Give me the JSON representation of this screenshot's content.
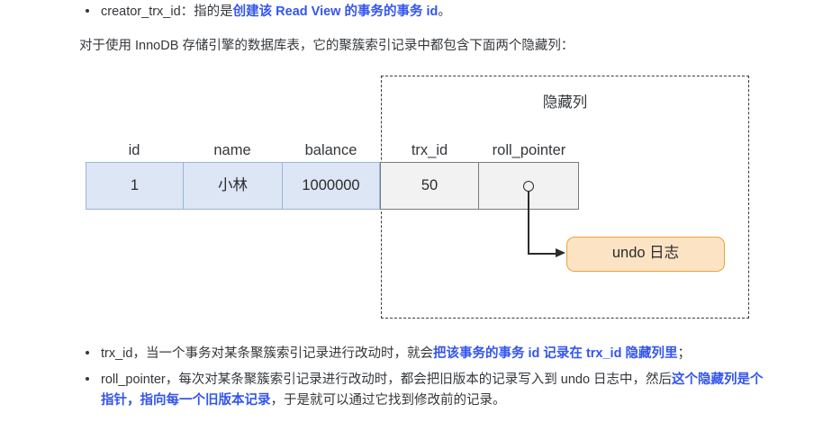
{
  "top_bullet": {
    "term": "creator_trx_id",
    "sep": "：",
    "plain_before": "指的是",
    "highlight": "创建该 Read View 的事务的事务 id",
    "plain_after": "。"
  },
  "intro_paragraph": "对于使用 InnoDB 存储引擎的数据库表，它的聚簇索引记录中都包含下面两个隐藏列：",
  "diagram": {
    "hidden_region_label": "隐藏列",
    "table": {
      "headers": [
        "id",
        "name",
        "balance",
        "trx_id",
        "roll_pointer"
      ],
      "row": [
        "1",
        "小林",
        "1000000",
        "50",
        ""
      ],
      "visible_column_count": 3,
      "colors": {
        "visible_fill": "#dce6f5",
        "visible_border": "#9ab4da",
        "hidden_fill": "#f2f2f2",
        "hidden_border": "#7b7b7b"
      }
    },
    "undo_box": {
      "label": "undo 日志",
      "fill": "#fce3c4",
      "border": "#e8a33d"
    }
  },
  "bottom_bullets": [
    {
      "p1": "trx_id，当一个事务对某条聚簇索引记录进行改动时，就会",
      "h1": "把该事务的事务 id 记录在 trx_id 隐藏列里",
      "p2": "；"
    },
    {
      "p1": "roll_pointer，每次对某条聚簇索引记录进行改动时，都会把旧版本的记录写入到 undo 日志中，然后",
      "h1": "这个隐藏列是个指针，指向每一个旧版本记录",
      "p2": "，于是就可以通过它找到修改前的记录。"
    }
  ],
  "theme": {
    "highlight_color": "#3355ee",
    "text_color": "#34373b",
    "background": "#ffffff"
  }
}
